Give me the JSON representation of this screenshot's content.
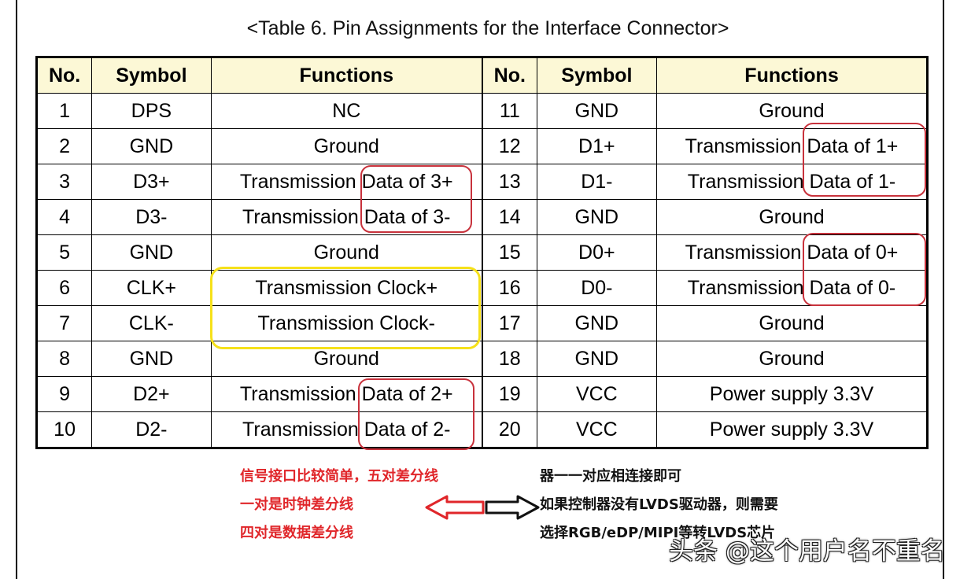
{
  "caption": "<Table 6. Pin Assignments for the Interface Connector>",
  "headers": [
    "No.",
    "Symbol",
    "Functions",
    "No.",
    "Symbol",
    "Functions"
  ],
  "rows": [
    {
      "no_l": "1",
      "sym_l": "DPS",
      "fn_l": "NC",
      "no_r": "11",
      "sym_r": "GND",
      "fn_r": "Ground"
    },
    {
      "no_l": "2",
      "sym_l": "GND",
      "fn_l": "Ground",
      "no_r": "12",
      "sym_r": "D1+",
      "fn_r": "Transmission Data of 1+"
    },
    {
      "no_l": "3",
      "sym_l": "D3+",
      "fn_l": "Transmission Data of 3+",
      "no_r": "13",
      "sym_r": "D1-",
      "fn_r": "Transmission Data of 1-"
    },
    {
      "no_l": "4",
      "sym_l": "D3-",
      "fn_l": "Transmission Data of 3-",
      "no_r": "14",
      "sym_r": "GND",
      "fn_r": "Ground"
    },
    {
      "no_l": "5",
      "sym_l": "GND",
      "fn_l": "Ground",
      "no_r": "15",
      "sym_r": "D0+",
      "fn_r": "Transmission Data of 0+"
    },
    {
      "no_l": "6",
      "sym_l": "CLK+",
      "fn_l": "Transmission Clock+",
      "no_r": "16",
      "sym_r": "D0-",
      "fn_r": "Transmission Data of 0-"
    },
    {
      "no_l": "7",
      "sym_l": "CLK-",
      "fn_l": "Transmission Clock-",
      "no_r": "17",
      "sym_r": "GND",
      "fn_r": "Ground"
    },
    {
      "no_l": "8",
      "sym_l": "GND",
      "fn_l": "Ground",
      "no_r": "18",
      "sym_r": "GND",
      "fn_r": "Ground"
    },
    {
      "no_l": "9",
      "sym_l": "D2+",
      "fn_l": "Transmission Data of 2+",
      "no_r": "19",
      "sym_r": "VCC",
      "fn_r": "Power supply 3.3V"
    },
    {
      "no_l": "10",
      "sym_l": "D2-",
      "fn_l": "Transmission Data of 2-",
      "no_r": "20",
      "sym_r": "VCC",
      "fn_r": "Power supply 3.3V"
    }
  ],
  "notes_left": [
    "信号接口比较简单，五对差分线",
    "一对是时钟差分线",
    "四对是数据差分线"
  ],
  "notes_right": [
    "器一一对应相连接即可",
    "如果控制器没有LVDS驱动器，则需要",
    "选择RGB/eDP/MIPI等转LVDS芯片"
  ],
  "watermark": "头条 @这个用户名不重名",
  "colors": {
    "header_bg": "#fcf8d6",
    "red_box": "#c8323c",
    "yellow_box": "#f6e11a",
    "note_red": "#e0262a"
  }
}
